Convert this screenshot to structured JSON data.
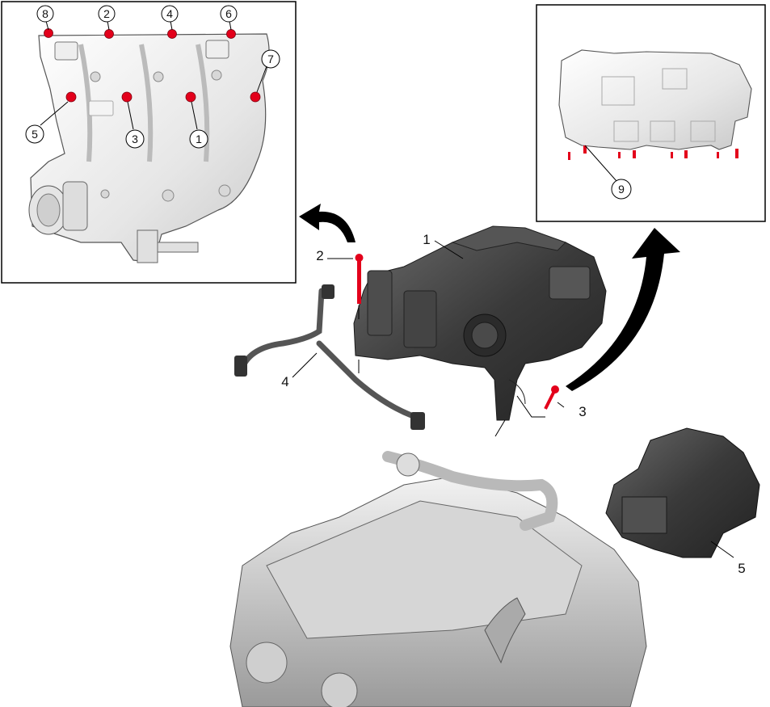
{
  "inset_tightening_sequence": {
    "callouts": [
      "8",
      "2",
      "4",
      "6",
      "7",
      "5",
      "3",
      "1"
    ]
  },
  "inset_side_view": {
    "callouts": [
      "9"
    ]
  },
  "main_view": {
    "labels": [
      "1",
      "2",
      "3",
      "4",
      "5"
    ]
  },
  "colors": {
    "bolt_highlight": "#e3001b",
    "part_dark": "#3c3c3c",
    "part_light": "#ededed",
    "line": "#000000"
  }
}
